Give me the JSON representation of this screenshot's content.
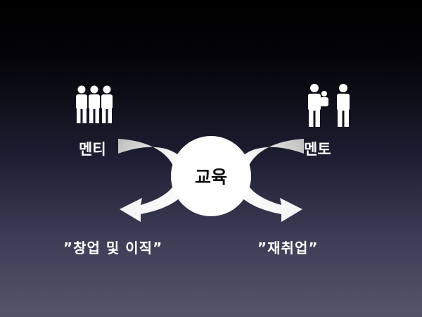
{
  "diagram": {
    "center_label": "교육",
    "mentee_label": "멘티",
    "mentor_label": "멘토",
    "outcome_left": "”창업 및 이직”",
    "outcome_right": "”재취업”",
    "icons": {
      "mentee": "group-of-people-icon",
      "mentor": "parent-and-child-icon"
    },
    "colors": {
      "arrow_light": "#f2f2f2",
      "arrow_shade": "#9a9a9a",
      "circle": "#ffffff",
      "figure": "#ffffff"
    }
  }
}
